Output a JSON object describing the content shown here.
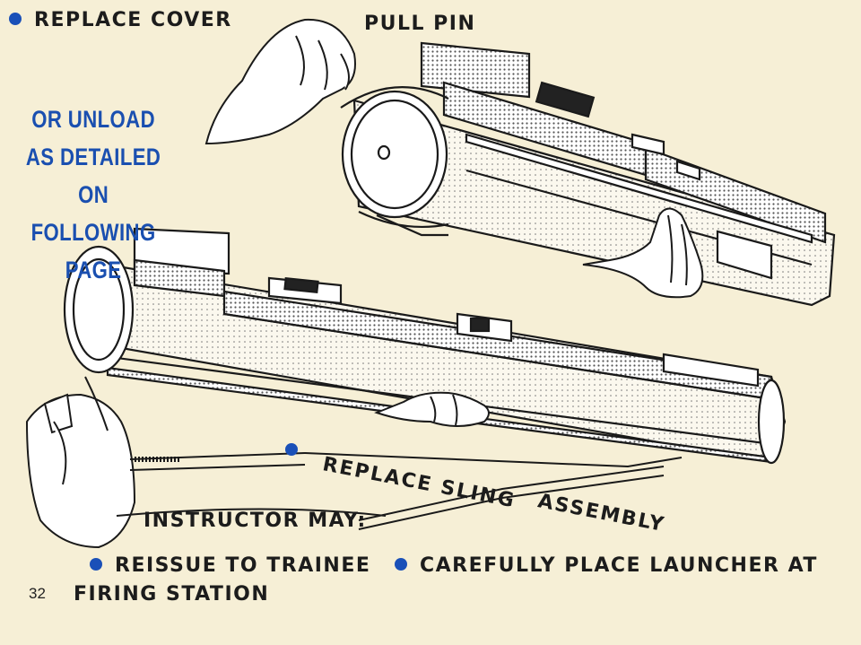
{
  "captions": {
    "replace_cover": "REPLACE COVER",
    "pull_pin": "PULL PIN",
    "or_unload": [
      "OR UNLOAD",
      "AS DETAILED ON",
      "FOLLOWING PAGE"
    ],
    "replace_sling_part1": "REPLACE SLING",
    "replace_sling_part2": "ASSEMBLY",
    "instructor_may": "INSTRUCTOR MAY:",
    "reissue": "REISSUE TO TRAINEE",
    "carefully_place": "CAREFULLY PLACE LAUNCHER AT",
    "firing_station": "FIRING STATION"
  },
  "page_number": "32",
  "colors": {
    "background": "#f6efd6",
    "bullet_blue": "#1a50b8",
    "note_blue": "#1a4fb0",
    "ink": "#1c1c1c"
  }
}
